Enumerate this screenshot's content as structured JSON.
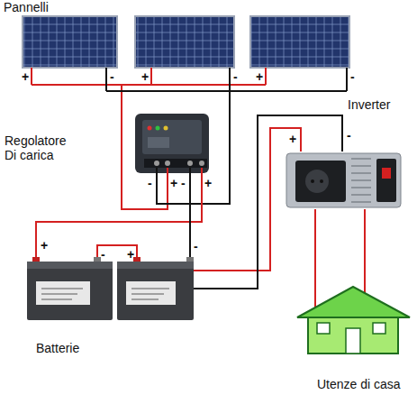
{
  "diagram": {
    "nodes": [
      {
        "text": [
          "Pannelli"
        ]
      },
      {
        "text": [
          "Regolatore Di carica"
        ]
      },
      {
        "text": [
          "Inverter"
        ]
      },
      {
        "text": [
          "Batterie"
        ]
      },
      {
        "text": [
          "Utenze di casa"
        ]
      }
    ],
    "edges": [
      {
        "from": 0,
        "to": 1,
        "arrow": "none"
      },
      {
        "from": 1,
        "to": 3,
        "arrow": "none"
      },
      {
        "from": 3,
        "to": 2,
        "arrow": "none"
      },
      {
        "from": 2,
        "to": 4,
        "arrow": "none"
      }
    ],
    "labels": [
      "+",
      "-",
      "+",
      "-",
      "+",
      "-",
      "-",
      "+",
      "-",
      "+",
      "+",
      "-",
      "+",
      "-",
      "+",
      "-"
    ]
  }
}
